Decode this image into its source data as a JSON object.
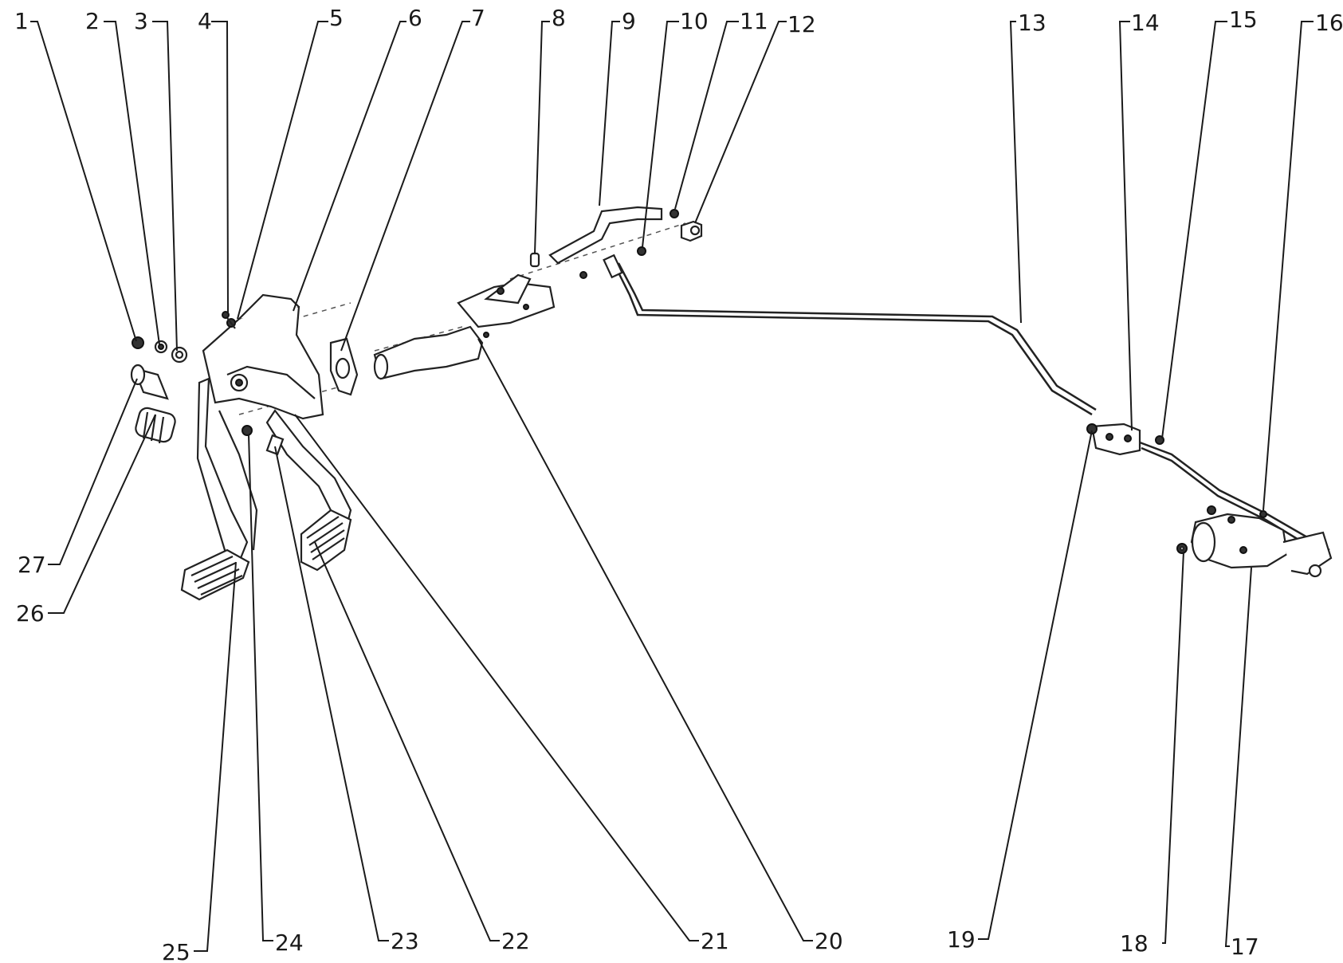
{
  "callouts": {
    "c1": "1",
    "c2": "2",
    "c3": "3",
    "c4": "4",
    "c5": "5",
    "c6": "6",
    "c7": "7",
    "c8": "8",
    "c9": "9",
    "c10": "10",
    "c11": "11",
    "c12": "12",
    "c13": "13",
    "c14": "14",
    "c15": "15",
    "c16": "16",
    "c17": "17",
    "c18": "18",
    "c19": "19",
    "c20": "20",
    "c21": "21",
    "c22": "22",
    "c23": "23",
    "c24": "24",
    "c25": "25",
    "c26": "26",
    "c27": "27"
  }
}
